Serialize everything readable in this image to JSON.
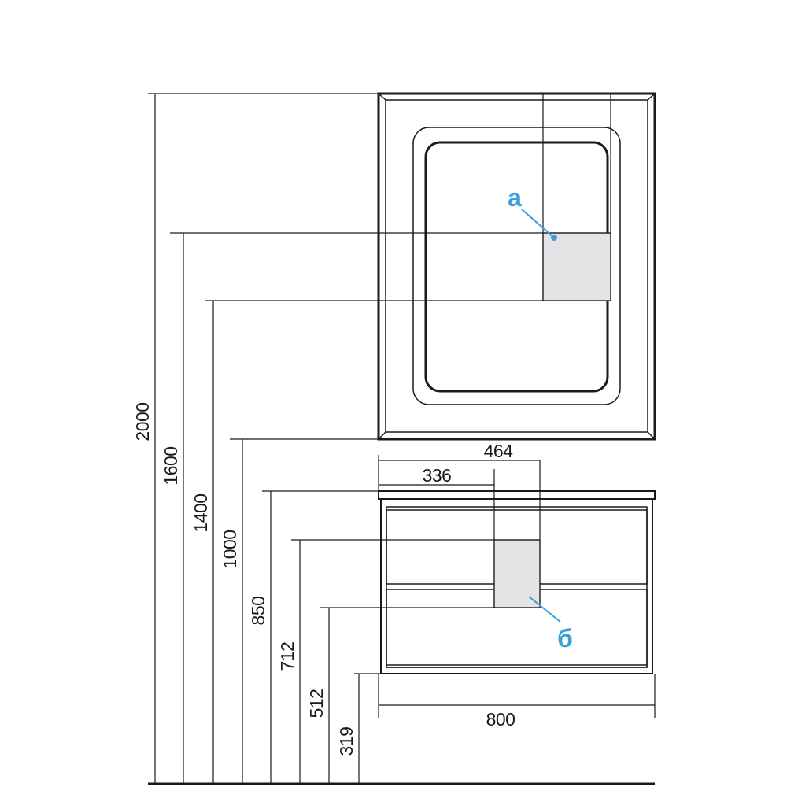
{
  "colors": {
    "line": "#1a1a1a",
    "accent": "#3aa0dd",
    "socket_fill": "#e4e4e6"
  },
  "dimensions": {
    "vertical": {
      "h2000": "2000",
      "h1600": "1600",
      "h1400": "1400",
      "h1000": "1000",
      "h850": "850",
      "h712": "712",
      "h512": "512",
      "h319": "319"
    },
    "horizontal": {
      "w464": "464",
      "w336": "336",
      "w800": "800"
    }
  },
  "callouts": {
    "a": "а",
    "b": "б"
  }
}
